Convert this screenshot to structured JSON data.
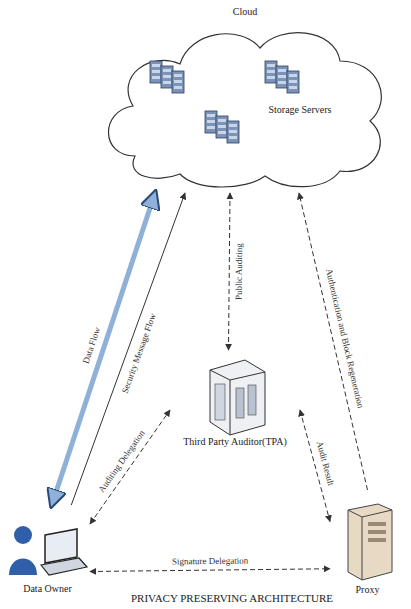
{
  "diagram": {
    "caption": "PRIVACY PRESERVING ARCHITECTURE",
    "nodes": [
      {
        "text": [
          "Cloud",
          "Storage Servers"
        ]
      },
      {
        "text": [
          "Third Party Auditor(TPA)"
        ]
      },
      {
        "text": [
          "Data Owner"
        ]
      },
      {
        "text": [
          "Proxy"
        ]
      }
    ],
    "edges": [
      {
        "from": 2,
        "to": 0,
        "arrow": "both",
        "label": "Data Flow"
      },
      {
        "from": 2,
        "to": 0,
        "arrow": "to",
        "label": "Security Message Flow"
      },
      {
        "from": 1,
        "to": 0,
        "arrow": "both",
        "label": "Public Auditing"
      },
      {
        "from": 3,
        "to": 0,
        "arrow": "to",
        "label": "Authentication and Block Regeneration"
      },
      {
        "from": 2,
        "to": 1,
        "arrow": "both",
        "label": "Auditing Delegation"
      },
      {
        "from": 1,
        "to": 3,
        "arrow": "both",
        "label": "Audit Result"
      },
      {
        "from": 2,
        "to": 3,
        "arrow": "both",
        "label": "Signature Delegation"
      }
    ]
  }
}
